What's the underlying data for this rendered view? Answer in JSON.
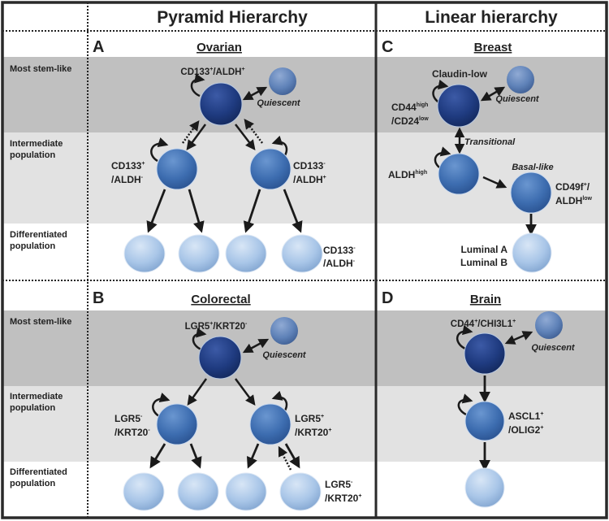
{
  "headers": {
    "left": "Pyramid Hierarchy",
    "right": "Linear hierarchy"
  },
  "row_labels": {
    "stem": "Most stem-like",
    "intermediate_1": "Intermediate",
    "intermediate_2": "population",
    "differentiated_1": "Differentiated",
    "differentiated_2": "population"
  },
  "colors": {
    "band_stem": "#c0c0c0",
    "band_intermediate": "#e2e2e2",
    "band_differentiated": "#ffffff",
    "cell_stem": "#1f3b80",
    "cell_intermediate": "#3d6db0",
    "cell_differentiated": "#a9c6e8",
    "cell_quiescent": "#5f82b8",
    "border": "#2a2a2a",
    "text": "#222222"
  },
  "panels": {
    "A": {
      "letter": "A",
      "title": "Ovarian",
      "stem_label": {
        "main": "CD133",
        "sup1": "+",
        "mid": "/ALDH",
        "sup2": "+"
      },
      "quiescent": "Quiescent",
      "left_intermediate": {
        "line1": "CD133",
        "sup1": "+",
        "line2": "/ALDH",
        "sup2": "-"
      },
      "right_intermediate": {
        "line1": "CD133",
        "sup1": "-",
        "line2": "/ALDH",
        "sup2": "+"
      },
      "differentiated": {
        "line1": "CD133",
        "sup1": "-",
        "line2": "/ALDH",
        "sup2": "-"
      }
    },
    "B": {
      "letter": "B",
      "title": "Colorectal",
      "stem_label": {
        "main": "LGR5",
        "sup1": "+",
        "mid": "/KRT20",
        "sup2": "-"
      },
      "quiescent": "Quiescent",
      "left_intermediate": {
        "line1": "LGR5",
        "sup1": "-",
        "line2": "/KRT20",
        "sup2": "-"
      },
      "right_intermediate": {
        "line1": "LGR5",
        "sup1": "+",
        "line2": "/KRT20",
        "sup2": "+"
      },
      "differentiated": {
        "line1": "LGR5",
        "sup1": "-",
        "line2": "/KRT20",
        "sup2": "+"
      }
    },
    "C": {
      "letter": "C",
      "title": "Breast",
      "stem_top_label": "Claudin-low",
      "stem_label": {
        "line1": "CD44",
        "sup1": "high",
        "line2": "/CD24",
        "sup2": "low"
      },
      "quiescent": "Quiescent",
      "transitional": "Transitional",
      "intermediate_label": {
        "main": "ALDH",
        "sup": "high"
      },
      "basal_title": "Basal-like",
      "basal_label": {
        "line1": "CD49f",
        "sup1": "+",
        "slash": "/",
        "line2": "ALDH",
        "sup2": "low"
      },
      "differentiated_1": "Luminal A",
      "differentiated_2": "Luminal B"
    },
    "D": {
      "letter": "D",
      "title": "Brain",
      "stem_label": {
        "main": "CD44",
        "sup1": "+",
        "mid": "/CHI3L1",
        "sup2": "+"
      },
      "quiescent": "Quiescent",
      "intermediate_label": {
        "line1": "ASCL1",
        "sup1": "+",
        "line2": "/OLIG2",
        "sup2": "+"
      }
    }
  }
}
